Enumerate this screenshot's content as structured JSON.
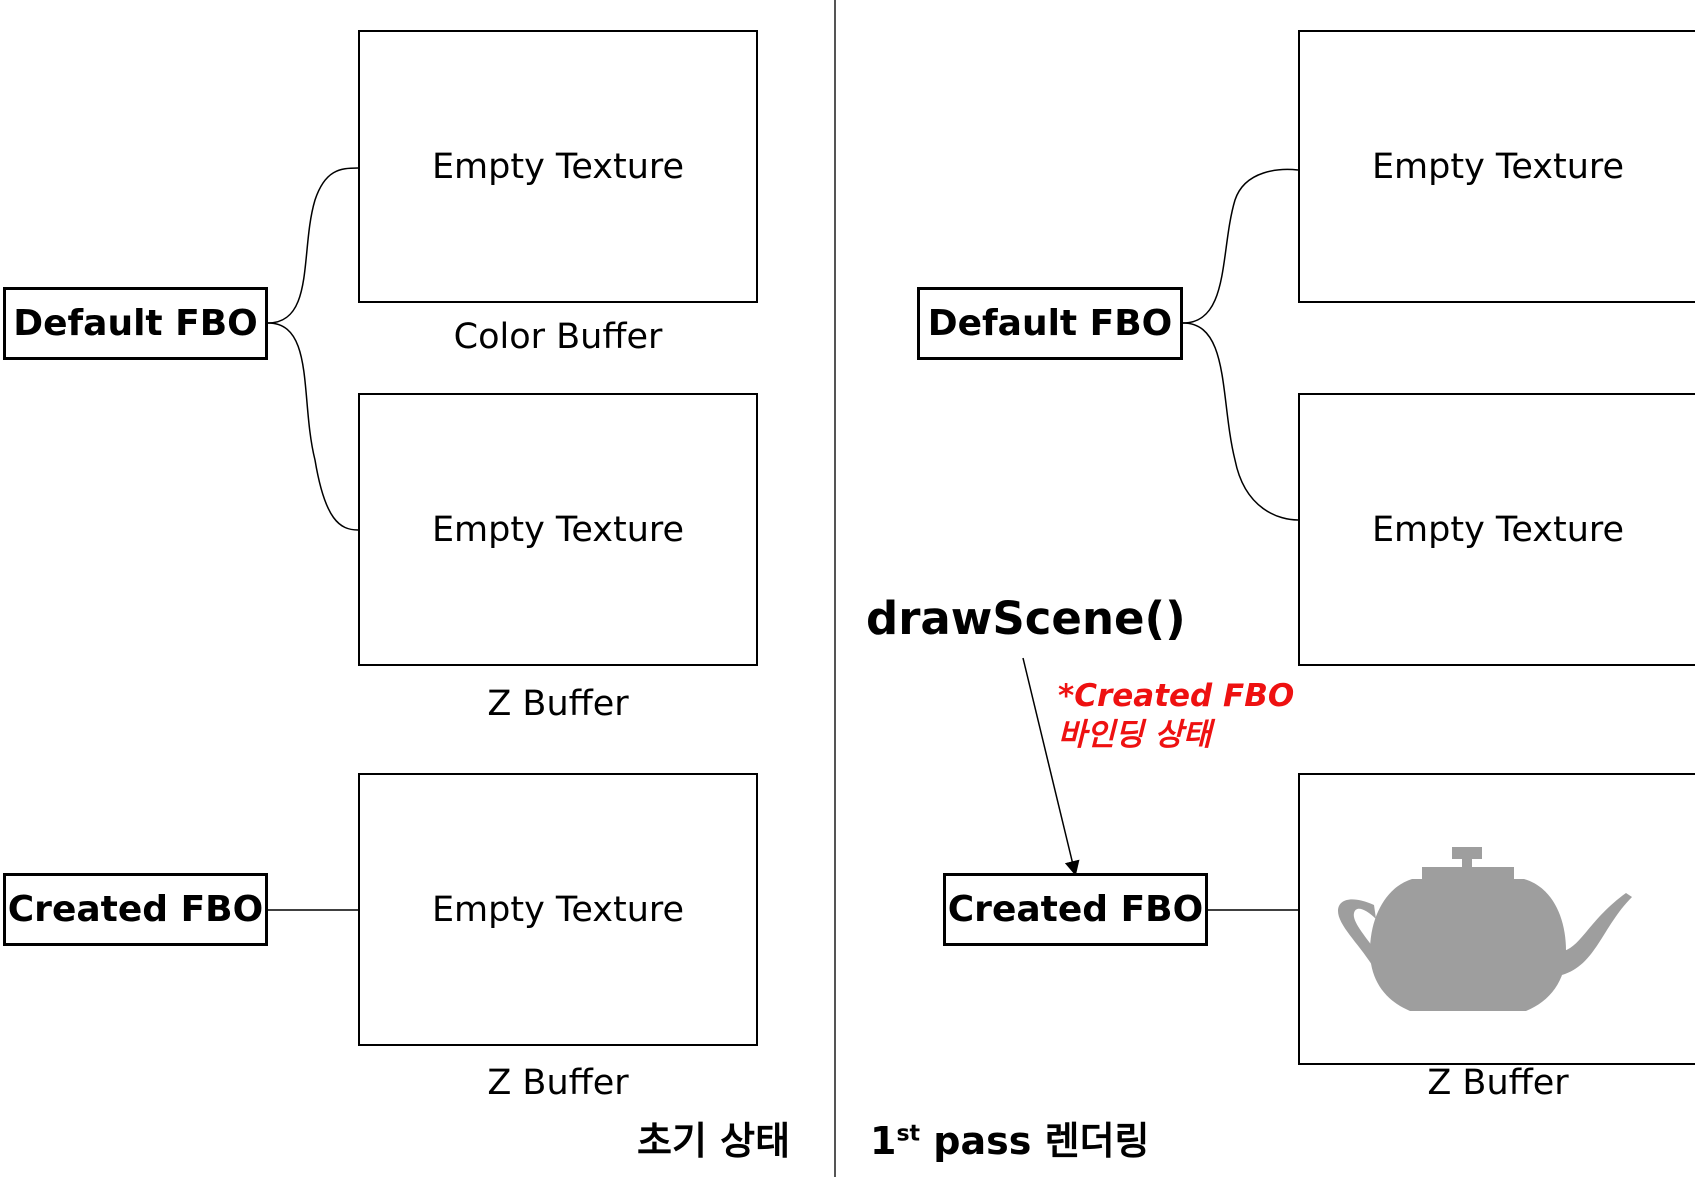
{
  "colors": {
    "note_red": "#ee1111",
    "teapot_gray": "#9e9e9e"
  },
  "left_panel": {
    "default_fbo": "Default FBO",
    "created_fbo": "Created FBO",
    "color_texture": "Empty Texture",
    "color_label": "Color Buffer",
    "z_texture": "Empty Texture",
    "z_label": "Z Buffer",
    "created_texture": "Empty Texture",
    "created_label": "Z Buffer",
    "state_title": "초기 상태"
  },
  "right_panel": {
    "default_fbo": "Default FBO",
    "created_fbo": "Created FBO",
    "top_texture": "Empty Texture",
    "mid_texture": "Empty Texture",
    "created_label": "Z Buffer",
    "teapot_icon": "teapot-icon",
    "function_call": "drawScene()",
    "note_line1": "*Created FBO",
    "note_line2": "바인딩 상태",
    "state_title_prefix": "1",
    "state_title_sup": "st",
    "state_title_rest": " pass 렌더링"
  }
}
